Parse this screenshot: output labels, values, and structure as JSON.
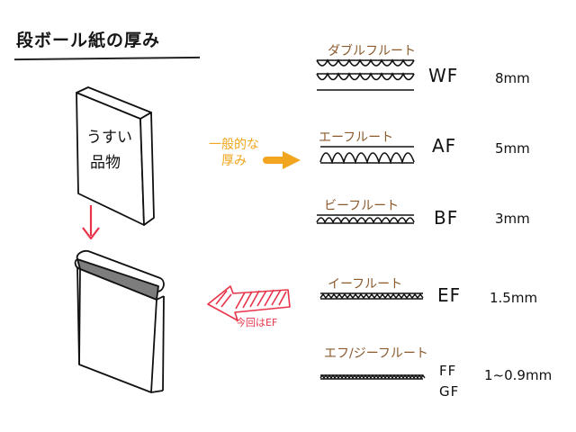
{
  "title": "段ボール紙の厚み",
  "book": {
    "line1": "うすい",
    "line2": "品物"
  },
  "general_note": "一般的な\n厚み",
  "this_time_note": "今回はEF",
  "flutes": [
    {
      "name": "ダブルフルート",
      "code": "WF",
      "thickness": "8mm"
    },
    {
      "name": "エーフルート",
      "code": "AF",
      "thickness": "5mm"
    },
    {
      "name": "ビーフルート",
      "code": "BF",
      "thickness": "3mm"
    },
    {
      "name": "イーフルート",
      "code": "EF",
      "thickness": "1.5mm"
    },
    {
      "name": "エフ/ジーフルート",
      "code": "FF",
      "code2": "GF",
      "thickness": "1~0.9mm"
    }
  ],
  "colors": {
    "ink": "#111111",
    "label_brown": "#8a5a2c",
    "arrow_orange": "#f2a51e",
    "arrow_red": "#e8344a",
    "gray_fill": "#7d7d7d"
  }
}
